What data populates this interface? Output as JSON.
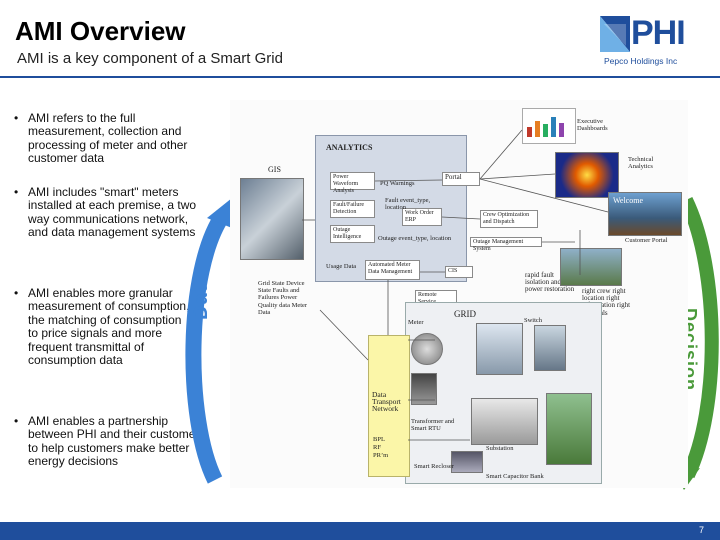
{
  "header": {
    "title": "AMI Overview",
    "subtitle": "AMI is a key component of a Smart Grid"
  },
  "logo": {
    "text": "PHI",
    "subtext": "Pepco Holdings Inc"
  },
  "bullets": [
    "AMI refers to the full measurement, collection and processing of meter and other customer data",
    "AMI includes \"smart\" meters installed at each premise, a two way communications network, and data management systems",
    "AMI enables more granular measurement of consumption, the matching of consumption to price signals and more frequent transmittal of consumption data",
    "AMI enables a partnership between PHI and their customers to help customers make better energy decisions"
  ],
  "diagram": {
    "analytics_title": "ANALYTICS",
    "gis_label": "GIS",
    "exec_label": "Executive Dashboards",
    "tech_label": "Technical Analytics",
    "customer_portal_label": "Customer Portal",
    "welcome_label": "Welcome",
    "portal_label": "Portal",
    "pq_label": "PQ Warnings",
    "fault_label": "Fault event_type, location",
    "boxes": {
      "power_waveform": "Power Waveform Analysis",
      "fault_failure": "Fault/Failure Detection",
      "outage_intel": "Outage Intelligence",
      "work_order": "Work Order ERP",
      "crew_opt": "Crew Optimization and Dispatch",
      "outage_mgmt": "Outage Management System",
      "ami_data": "Automated Meter Data Management",
      "cis": "CIS",
      "remote_svc": "Remote Service On/Off"
    },
    "outage_event_label": "Outage event_type, location",
    "usage_data_label": "Usage Data",
    "grid_state_label": "Grid State Device State Faults and Failures Power Quality data Meter Data",
    "rapid_fault_label": "rapid fault isolation and power restoration",
    "right_crew_label": "right crew right location right information right materials",
    "grid_label": "GRID",
    "meter_label": "Meter",
    "switch_label": "Switch",
    "dtn_label": "Data Transport Network",
    "dtn_items": [
      "BPL",
      "RF",
      "PR’m"
    ],
    "substation_label": "Substation",
    "transformer_label": "Transformer and Smart RTU",
    "smart_recloser_label": "Smart Recloser",
    "smart_capacitor_label": "Smart Capacitor Bank",
    "data_arrow_label": "Data",
    "decision_arrow_label": "Decision"
  },
  "footer": {
    "page_number": "7"
  },
  "colors": {
    "brand_blue": "#1f4e9c",
    "data_blue": "#3b82d6",
    "decision_green": "#4a9a3a"
  }
}
